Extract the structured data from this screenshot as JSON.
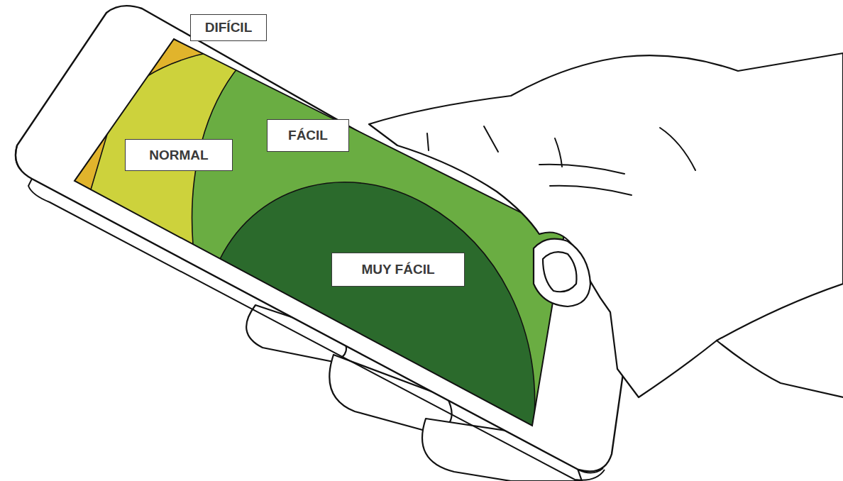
{
  "diagram": {
    "nodes": [
      {
        "text": [
          "DIFÍCIL"
        ]
      },
      {
        "text": [
          "NORMAL"
        ]
      },
      {
        "text": [
          "FÁCIL"
        ]
      },
      {
        "text": [
          "MUY FÁCIL"
        ]
      }
    ]
  }
}
